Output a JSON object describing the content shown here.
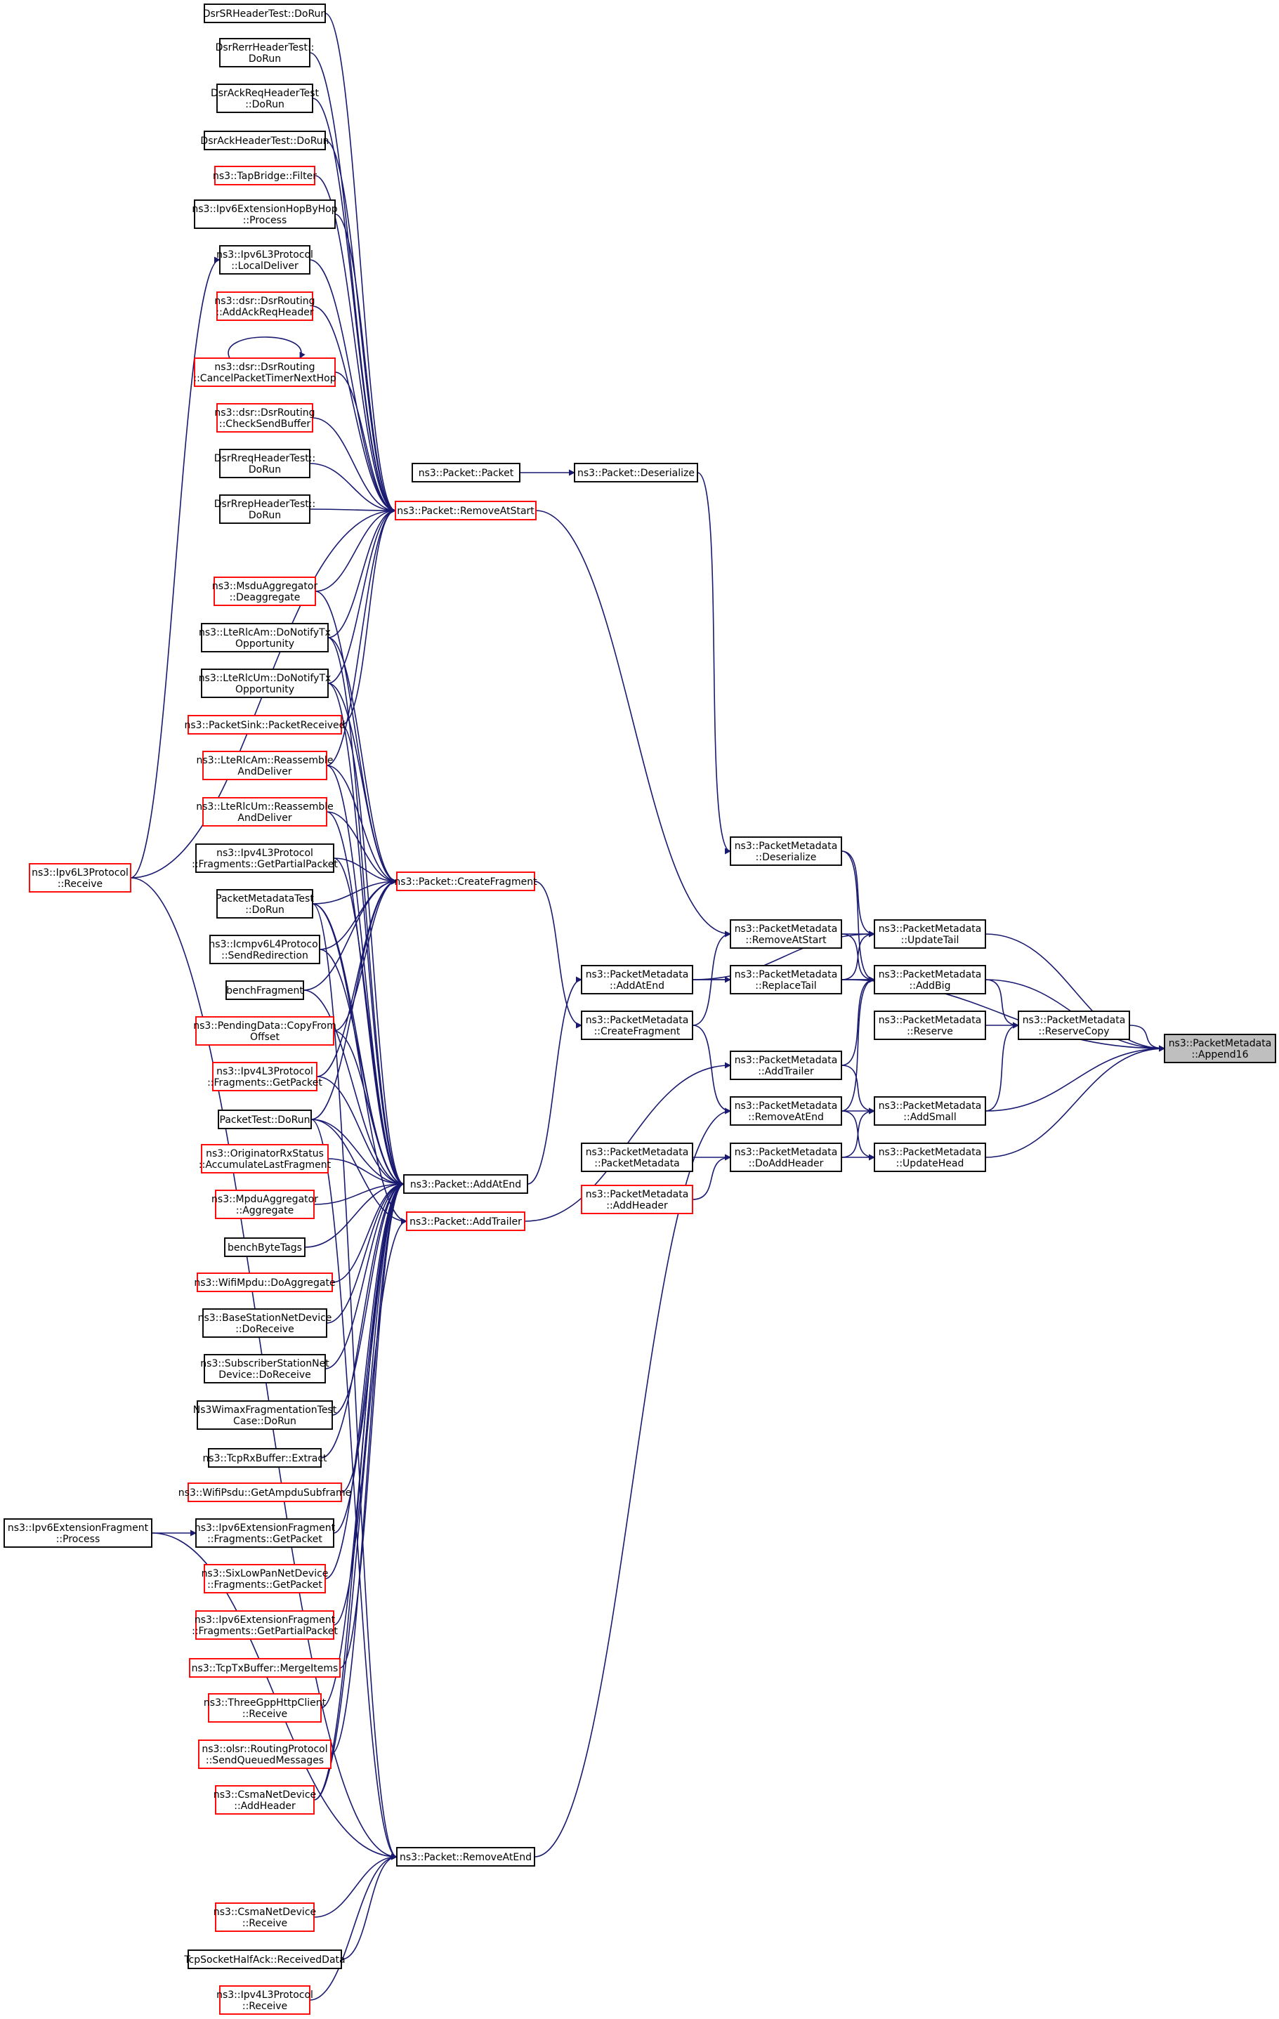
{
  "diagram": {
    "edge_color": "#191970",
    "box_colors": {
      "default": "#000000",
      "truncated": "#ff0000",
      "selected_fill": "#bfbfbf"
    },
    "nodes": [
      {
        "id": "append16",
        "lines": [
          "ns3::PacketMetadata",
          "::Append16"
        ],
        "style": "root"
      },
      {
        "id": "updatetail",
        "lines": [
          "ns3::PacketMetadata",
          "::UpdateTail"
        ],
        "style": "black"
      },
      {
        "id": "addbig",
        "lines": [
          "ns3::PacketMetadata",
          "::AddBig"
        ],
        "style": "black"
      },
      {
        "id": "reservecopy",
        "lines": [
          "ns3::PacketMetadata",
          "::ReserveCopy"
        ],
        "style": "black"
      },
      {
        "id": "addsmall",
        "lines": [
          "ns3::PacketMetadata",
          "::AddSmall"
        ],
        "style": "black"
      },
      {
        "id": "updatehead",
        "lines": [
          "ns3::PacketMetadata",
          "::UpdateHead"
        ],
        "style": "black"
      },
      {
        "id": "reserve",
        "lines": [
          "ns3::PacketMetadata",
          "::Reserve"
        ],
        "style": "black"
      },
      {
        "id": "pm_deserialize",
        "lines": [
          "ns3::PacketMetadata",
          "::Deserialize"
        ],
        "style": "black"
      },
      {
        "id": "removeatstart_pm",
        "lines": [
          "ns3::PacketMetadata",
          "::RemoveAtStart"
        ],
        "style": "black"
      },
      {
        "id": "replacetail",
        "lines": [
          "ns3::PacketMetadata",
          "::ReplaceTail"
        ],
        "style": "black"
      },
      {
        "id": "pm_addtrailer",
        "lines": [
          "ns3::PacketMetadata",
          "::AddTrailer"
        ],
        "style": "black"
      },
      {
        "id": "pm_removeatend",
        "lines": [
          "ns3::PacketMetadata",
          "::RemoveAtEnd"
        ],
        "style": "black"
      },
      {
        "id": "doaddheader",
        "lines": [
          "ns3::PacketMetadata",
          "::DoAddHeader"
        ],
        "style": "black"
      },
      {
        "id": "pm_addatend",
        "lines": [
          "ns3::PacketMetadata",
          "::AddAtEnd"
        ],
        "style": "black"
      },
      {
        "id": "pm_createfragment",
        "lines": [
          "ns3::PacketMetadata",
          "::CreateFragment"
        ],
        "style": "black"
      },
      {
        "id": "pm_ctor",
        "lines": [
          "ns3::PacketMetadata",
          "::PacketMetadata"
        ],
        "style": "black"
      },
      {
        "id": "pm_addheader",
        "lines": [
          "ns3::PacketMetadata",
          "::AddHeader"
        ],
        "style": "red"
      },
      {
        "id": "p_deserialize",
        "lines": [
          "ns3::Packet::Deserialize"
        ],
        "style": "black"
      },
      {
        "id": "p_packet",
        "lines": [
          "ns3::Packet::Packet"
        ],
        "style": "black"
      },
      {
        "id": "p_removeatstart",
        "lines": [
          "ns3::Packet::RemoveAtStart"
        ],
        "style": "red"
      },
      {
        "id": "p_createfragment",
        "lines": [
          "ns3::Packet::CreateFragment"
        ],
        "style": "red"
      },
      {
        "id": "p_addatend",
        "lines": [
          "ns3::Packet::AddAtEnd"
        ],
        "style": "black"
      },
      {
        "id": "p_addtrailer",
        "lines": [
          "ns3::Packet::AddTrailer"
        ],
        "style": "red"
      },
      {
        "id": "p_removeatend",
        "lines": [
          "ns3::Packet::RemoveAtEnd"
        ],
        "style": "black"
      },
      {
        "id": "dsrsr",
        "lines": [
          "DsrSRHeaderTest::DoRun"
        ],
        "style": "black"
      },
      {
        "id": "dsrrerr",
        "lines": [
          "DsrRerrHeaderTest::",
          "DoRun"
        ],
        "style": "black"
      },
      {
        "id": "dsrackreq",
        "lines": [
          "DsrAckReqHeaderTest",
          "::DoRun"
        ],
        "style": "black"
      },
      {
        "id": "dsrack",
        "lines": [
          "DsrAckHeaderTest::DoRun"
        ],
        "style": "black"
      },
      {
        "id": "tapbridge",
        "lines": [
          "ns3::TapBridge::Filter"
        ],
        "style": "red"
      },
      {
        "id": "ipv6hop",
        "lines": [
          "ns3::Ipv6ExtensionHopByHop",
          "::Process"
        ],
        "style": "black"
      },
      {
        "id": "ipv6l3local",
        "lines": [
          "ns3::Ipv6L3Protocol",
          "::LocalDeliver"
        ],
        "style": "black"
      },
      {
        "id": "dsrackreqhdr",
        "lines": [
          "ns3::dsr::DsrRouting",
          "::AddAckReqHeader"
        ],
        "style": "red"
      },
      {
        "id": "dsrcancel",
        "lines": [
          "ns3::dsr::DsrRouting",
          "::CancelPacketTimerNextHop"
        ],
        "style": "red"
      },
      {
        "id": "dsrchecksend",
        "lines": [
          "ns3::dsr::DsrRouting",
          "::CheckSendBuffer"
        ],
        "style": "red"
      },
      {
        "id": "dsrrreq",
        "lines": [
          "DsrRreqHeaderTest::",
          "DoRun"
        ],
        "style": "black"
      },
      {
        "id": "dsrrrep",
        "lines": [
          "DsrRrepHeaderTest::",
          "DoRun"
        ],
        "style": "black"
      },
      {
        "id": "msdu",
        "lines": [
          "ns3::MsduAggregator",
          "::Deaggregate"
        ],
        "style": "red"
      },
      {
        "id": "ltercamnotify",
        "lines": [
          "ns3::LteRlcAm::DoNotifyTx",
          "Opportunity"
        ],
        "style": "black"
      },
      {
        "id": "ltercumnotify",
        "lines": [
          "ns3::LteRlcUm::DoNotifyTx",
          "Opportunity"
        ],
        "style": "black"
      },
      {
        "id": "packetsink",
        "lines": [
          "ns3::PacketSink::PacketReceived"
        ],
        "style": "red"
      },
      {
        "id": "ltercamreasm",
        "lines": [
          "ns3::LteRlcAm::Reassemble",
          "AndDeliver"
        ],
        "style": "red"
      },
      {
        "id": "ltercumreasm",
        "lines": [
          "ns3::LteRlcUm::Reassemble",
          "AndDeliver"
        ],
        "style": "red"
      },
      {
        "id": "ipv4partial",
        "lines": [
          "ns3::Ipv4L3Protocol",
          "::Fragments::GetPartialPacket"
        ],
        "style": "black"
      },
      {
        "id": "pmtest",
        "lines": [
          "PacketMetadataTest",
          "::DoRun"
        ],
        "style": "black"
      },
      {
        "id": "icmpv6",
        "lines": [
          "ns3::Icmpv6L4Protocol",
          "::SendRedirection"
        ],
        "style": "black"
      },
      {
        "id": "benchfrag",
        "lines": [
          "benchFragment"
        ],
        "style": "black"
      },
      {
        "id": "pendingdata",
        "lines": [
          "ns3::PendingData::CopyFrom",
          "Offset"
        ],
        "style": "red"
      },
      {
        "id": "ipv4getpacket",
        "lines": [
          "ns3::Ipv4L3Protocol",
          "::Fragments::GetPacket"
        ],
        "style": "red"
      },
      {
        "id": "packettest",
        "lines": [
          "PacketTest::DoRun"
        ],
        "style": "black"
      },
      {
        "id": "originator",
        "lines": [
          "ns3::OriginatorRxStatus",
          "::AccumulateLastFragment"
        ],
        "style": "red"
      },
      {
        "id": "mpduagg",
        "lines": [
          "ns3::MpduAggregator",
          "::Aggregate"
        ],
        "style": "red"
      },
      {
        "id": "benchbytetags",
        "lines": [
          "benchByteTags"
        ],
        "style": "black"
      },
      {
        "id": "wifimpdu",
        "lines": [
          "ns3::WifiMpdu::DoAggregate"
        ],
        "style": "red"
      },
      {
        "id": "bsnetdev",
        "lines": [
          "ns3::BaseStationNetDevice",
          "::DoReceive"
        ],
        "style": "black"
      },
      {
        "id": "ssnetdev",
        "lines": [
          "ns3::SubscriberStationNet",
          "Device::DoReceive"
        ],
        "style": "black"
      },
      {
        "id": "wimaxfrag",
        "lines": [
          "Ns3WimaxFragmentationTest",
          "Case::DoRun"
        ],
        "style": "black"
      },
      {
        "id": "tcprx",
        "lines": [
          "ns3::TcpRxBuffer::Extract"
        ],
        "style": "black"
      },
      {
        "id": "wifipsdu",
        "lines": [
          "ns3::WifiPsdu::GetAmpduSubframe"
        ],
        "style": "red"
      },
      {
        "id": "ipv6fraggetpacket",
        "lines": [
          "ns3::Ipv6ExtensionFragment",
          "::Fragments::GetPacket"
        ],
        "style": "black"
      },
      {
        "id": "sixlowpan",
        "lines": [
          "ns3::SixLowPanNetDevice",
          "::Fragments::GetPacket"
        ],
        "style": "red"
      },
      {
        "id": "ipv6fragpartial",
        "lines": [
          "ns3::Ipv6ExtensionFragment",
          "::Fragments::GetPartialPacket"
        ],
        "style": "red"
      },
      {
        "id": "tcptx",
        "lines": [
          "ns3::TcpTxBuffer::MergeItems"
        ],
        "style": "red"
      },
      {
        "id": "threegpp",
        "lines": [
          "ns3::ThreeGppHttpClient",
          "::Receive"
        ],
        "style": "red"
      },
      {
        "id": "olsr",
        "lines": [
          "ns3::olsr::RoutingProtocol",
          "::SendQueuedMessages"
        ],
        "style": "red"
      },
      {
        "id": "csmaaddheader",
        "lines": [
          "ns3::CsmaNetDevice",
          "::AddHeader"
        ],
        "style": "red"
      },
      {
        "id": "csmareceive",
        "lines": [
          "ns3::CsmaNetDevice",
          "::Receive"
        ],
        "style": "red"
      },
      {
        "id": "tcpsocket",
        "lines": [
          "TcpSocketHalfAck::ReceivedData"
        ],
        "style": "black"
      },
      {
        "id": "ipv4receive",
        "lines": [
          "ns3::Ipv4L3Protocol",
          "::Receive"
        ],
        "style": "red"
      },
      {
        "id": "ipv6receive",
        "lines": [
          "ns3::Ipv6L3Protocol",
          "::Receive"
        ],
        "style": "red"
      },
      {
        "id": "ipv6fragprocess",
        "lines": [
          "ns3::Ipv6ExtensionFragment",
          "::Process"
        ],
        "style": "black"
      }
    ]
  }
}
